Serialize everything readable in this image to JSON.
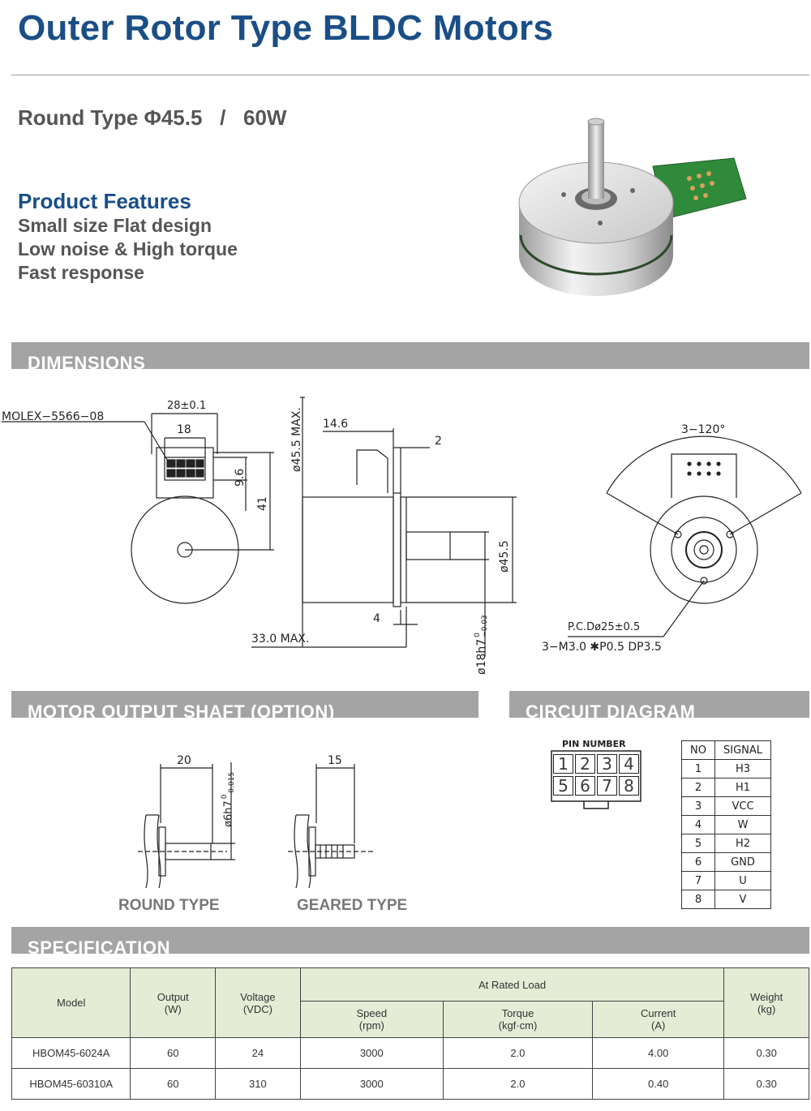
{
  "header": {
    "title": "Outer Rotor Type BLDC Motors",
    "subtitle": "Round Type Φ45.5   /   60W"
  },
  "features": {
    "heading": "Product Features",
    "items": [
      "Small size Flat design",
      "Low noise & High torque",
      "Fast response"
    ]
  },
  "sections": {
    "dimensions": "DIMENSIONS",
    "output_shaft": "MOTOR OUTPUT SHAFT (OPTION)",
    "circuit": "CIRCUIT DIAGRAM",
    "specification": "SPECIFICATION"
  },
  "dimensions": {
    "connector": "MOLEX−5566−08",
    "width_28": "28±0.1",
    "width_18": "18",
    "h_9_6": "9.6",
    "h_41": "41",
    "dia_max": "ø45.5 MAX.",
    "d_14_6": "14.6",
    "d_2": "2",
    "dia_45_5": "ø45.5",
    "d_4": "4",
    "len_33": "33.0 MAX.",
    "shaft_dia": "ø18h7",
    "shaft_tol_top": "0",
    "shaft_tol_bot": "−0.03",
    "angle": "3−120°",
    "pcd": "P.C.Dø25±0.5",
    "holes": "3−M3.0 ✱P0.5 DP3.5"
  },
  "output_shaft": {
    "round_len": "20",
    "round_dia": "ø6h7",
    "round_tol_top": "0",
    "round_tol_bot": "−0.015",
    "geared_len": "15",
    "round_label": "ROUND TYPE",
    "geared_label": "GEARED TYPE"
  },
  "circuit": {
    "pin_label": "PIN NUMBER",
    "pins_top": [
      "1",
      "2",
      "3",
      "4"
    ],
    "pins_bottom": [
      "5",
      "6",
      "7",
      "8"
    ],
    "table_headers": [
      "NO",
      "SIGNAL"
    ],
    "rows": [
      {
        "no": "1",
        "signal": "H3"
      },
      {
        "no": "2",
        "signal": "H1"
      },
      {
        "no": "3",
        "signal": "VCC"
      },
      {
        "no": "4",
        "signal": "W"
      },
      {
        "no": "5",
        "signal": "H2"
      },
      {
        "no": "6",
        "signal": "GND"
      },
      {
        "no": "7",
        "signal": "U"
      },
      {
        "no": "8",
        "signal": "V"
      }
    ]
  },
  "spec": {
    "headers": {
      "model": "Model",
      "output": "Output",
      "output_unit": "(W)",
      "voltage": "Voltage",
      "voltage_unit": "(VDC)",
      "rated": "At Rated Load",
      "speed": "Speed",
      "speed_unit": "(rpm)",
      "torque": "Torque",
      "torque_unit": "(kgf·cm)",
      "current": "Current",
      "current_unit": "(A)",
      "weight": "Weight",
      "weight_unit": "(kg)"
    },
    "rows": [
      {
        "model": "HBOM45-6024A",
        "output": "60",
        "voltage": "24",
        "speed": "3000",
        "torque": "2.0",
        "current": "4.00",
        "weight": "0.30"
      },
      {
        "model": "HBOM45-60310A",
        "output": "60",
        "voltage": "310",
        "speed": "3000",
        "torque": "2.0",
        "current": "0.40",
        "weight": "0.30"
      }
    ]
  },
  "colors": {
    "title": "#1a4e86",
    "band": "#a4a4a4",
    "table_header": "#e4ecd6",
    "pcb": "#2f8a3a"
  }
}
